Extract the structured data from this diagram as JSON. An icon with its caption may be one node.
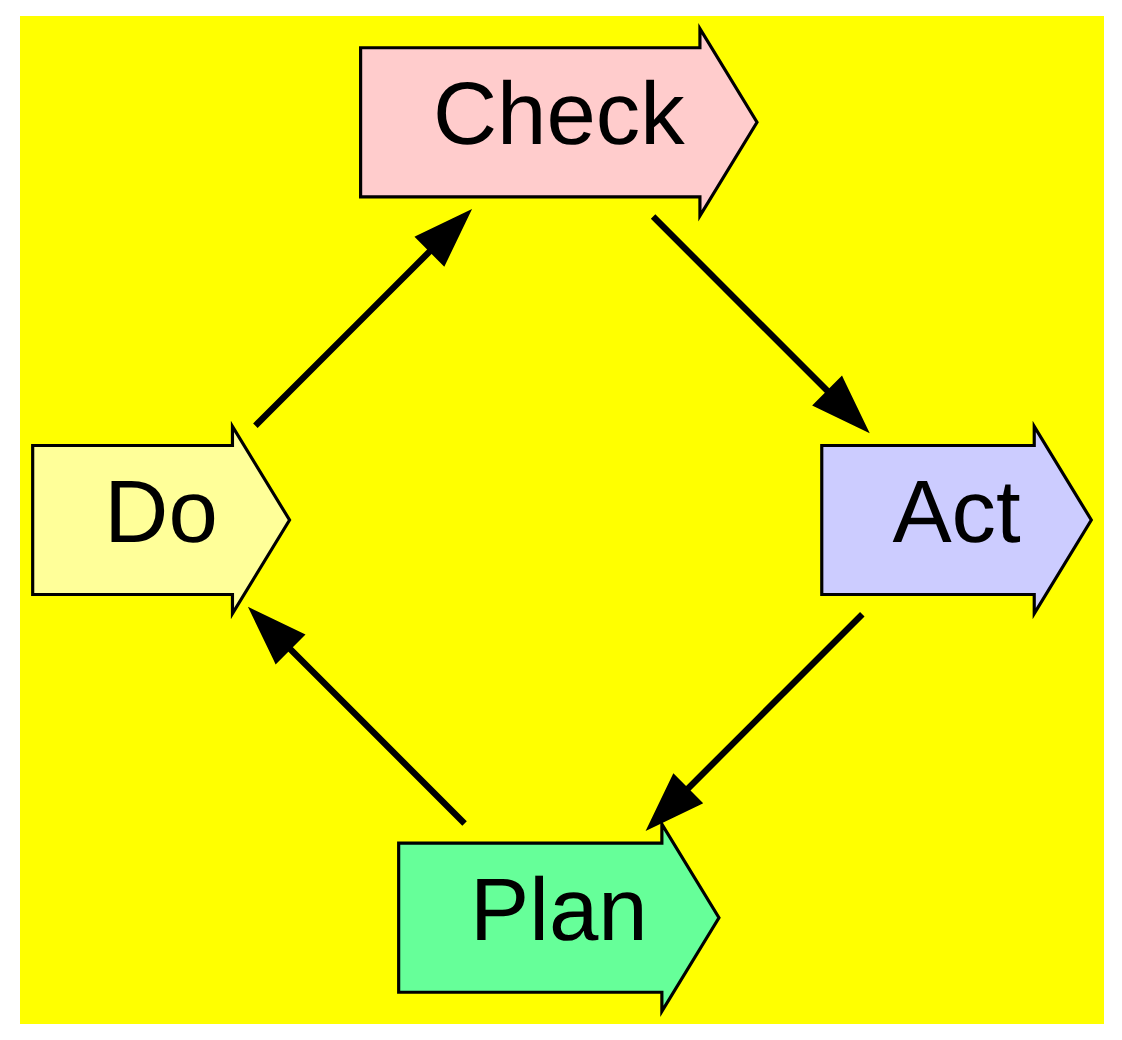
{
  "diagram": {
    "nodes": [
      {
        "text": [
          "Plan"
        ]
      },
      {
        "text": [
          "Do"
        ]
      },
      {
        "text": [
          "Check"
        ]
      },
      {
        "text": [
          "Act"
        ]
      }
    ],
    "edges": [
      {
        "from": 0,
        "to": 1,
        "arrow": "to"
      },
      {
        "from": 1,
        "to": 2,
        "arrow": "to"
      },
      {
        "from": 2,
        "to": 3,
        "arrow": "to"
      },
      {
        "from": 3,
        "to": 0,
        "arrow": "to"
      }
    ]
  }
}
